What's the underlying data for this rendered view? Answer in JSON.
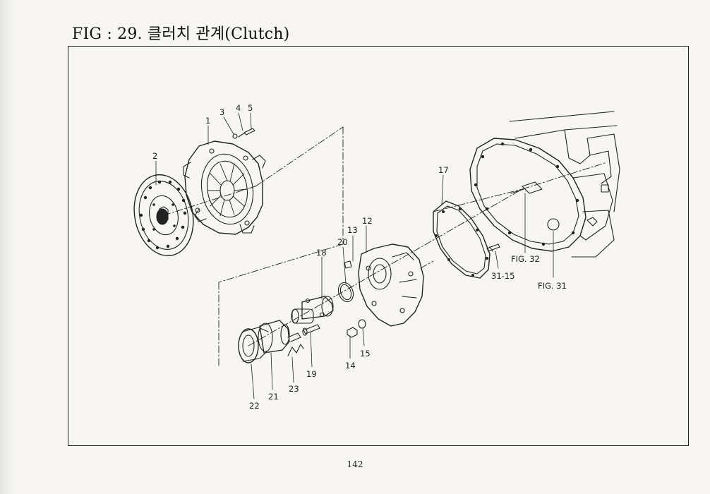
{
  "title": "FIG : 29. 클러치 관계(Clutch)",
  "page_number": "142",
  "callouts": {
    "p1": "1",
    "p2": "2",
    "p3": "3",
    "p4": "4",
    "p5": "5",
    "p12": "12",
    "p13": "13",
    "p14": "14",
    "p15": "15",
    "p17": "17",
    "p18": "18",
    "p19": "19",
    "p20": "20",
    "p21": "21",
    "p22": "22",
    "p23": "23",
    "p31_15": "31-15",
    "fig32": "FIG. 32",
    "fig31": "FIG. 31"
  }
}
